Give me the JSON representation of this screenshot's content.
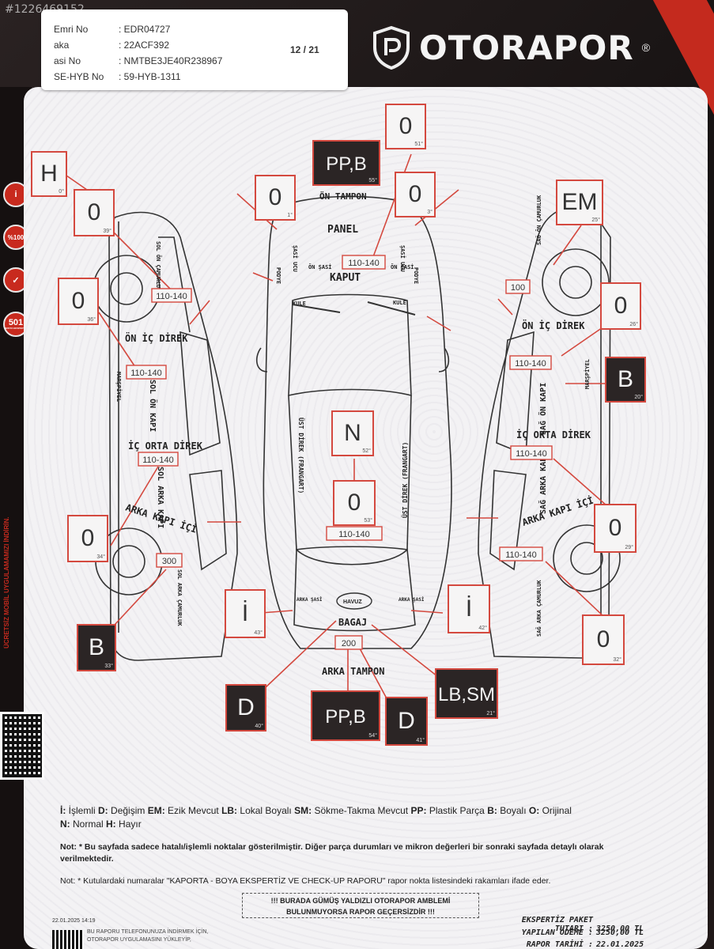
{
  "photo_id": "#1226469152",
  "brand": {
    "name": "OTORAPOR",
    "trademark": "®"
  },
  "side_badges": [
    "i",
    "%100",
    "501"
  ],
  "side_badge_501_caption": "NOKTA EKSPERTIZ",
  "side_vertical_text": "ÜCRETSİZ MOBİL UYGULAMAMIZI İNDİRİN.",
  "header": {
    "rows": [
      {
        "label": "Emri No",
        "value": ": EDR04727"
      },
      {
        "label": "aka",
        "value": ": 22ACF392"
      },
      {
        "label": "asi No",
        "value": ": NMTBE3JE40R238967"
      },
      {
        "label": "SE-HYB No",
        "value": ": 59-HYB-1311"
      }
    ],
    "page": "12 / 21"
  },
  "labels": {
    "on_tampon": "ÖN TAMPON",
    "panel": "PANEL",
    "kaput": "KAPUT",
    "arka_tampon": "ARKA TAMPON",
    "bagaj": "BAGAJ",
    "havuz": "HAVUZ",
    "on_ic_direk": "ÖN İÇ DİREK",
    "ic_orta_direk": "İÇ ORTA DİREK",
    "arka_kapi_ici": "ARKA KAPI İÇİ",
    "sol_on_kapi": "SOL ÖN KAPI",
    "sol_arka_kapi": "SOL ARKA KAPI",
    "sag_on_kapi": "SAĞ ÖN KAPI",
    "sag_arka_kapi": "SAĞ ARKA KAPI",
    "sol_on_camurluk": "SOL ÖN ÇAMURLUK",
    "sol_arka_camurluk": "SOL ARKA ÇAMURLUK",
    "sag_on_camurluk": "SAĞ ÖN ÇAMURLUK",
    "sag_arka_camurluk": "SAĞ ARKA ÇAMURLUK",
    "ust_direk": "ÜST DİREK (FRANGART)",
    "on_sasi": "ÖN ŞASİ",
    "sasi_ucu": "ŞASİ UCU",
    "arka_sasi": "ARKA ŞASİ",
    "kule": "KULE",
    "podye": "PODYE",
    "marspiyel": "MARŞPİYEL"
  },
  "boxes": [
    {
      "code": "H",
      "num": "0°",
      "dark": false
    },
    {
      "code": "0",
      "num": "39°",
      "dark": false
    },
    {
      "code": "0",
      "num": "36°",
      "dark": false
    },
    {
      "code": "0",
      "num": "34°",
      "dark": false
    },
    {
      "code": "B",
      "num": "33°",
      "dark": true
    },
    {
      "code": "0",
      "num": "1°",
      "dark": false
    },
    {
      "code": "PP,B",
      "num": "55°",
      "dark": true
    },
    {
      "code": "0",
      "num": "51°",
      "dark": false
    },
    {
      "code": "0",
      "num": "3°",
      "dark": false
    },
    {
      "code": "N",
      "num": "52°",
      "dark": false
    },
    {
      "code": "0",
      "num": "53°",
      "dark": false
    },
    {
      "code": "İ",
      "num": "43°",
      "dark": false
    },
    {
      "code": "İ",
      "num": "42°",
      "dark": false
    },
    {
      "code": "D",
      "num": "40°",
      "dark": true
    },
    {
      "code": "PP,B",
      "num": "54°",
      "dark": true
    },
    {
      "code": "D",
      "num": "41°",
      "dark": true
    },
    {
      "code": "LB,SM",
      "num": "21°",
      "dark": true
    },
    {
      "code": "EM",
      "num": "25°",
      "dark": false
    },
    {
      "code": "0",
      "num": "26°",
      "dark": false
    },
    {
      "code": "B",
      "num": "20°",
      "dark": true
    },
    {
      "code": "0",
      "num": "29°",
      "dark": false
    },
    {
      "code": "0",
      "num": "32°",
      "dark": false
    }
  ],
  "measurements": [
    "110-140",
    "110-140",
    "110-140",
    "300",
    "110-140",
    "110-140",
    "200",
    "100",
    "110-140",
    "110-140",
    "110-140"
  ],
  "legend": [
    {
      "k": "İ:",
      "v": " İşlemli "
    },
    {
      "k": "D:",
      "v": " Değişim "
    },
    {
      "k": "EM:",
      "v": " Ezik Mevcut "
    },
    {
      "k": "LB:",
      "v": " Lokal Boyalı "
    },
    {
      "k": "SM:",
      "v": " Sökme-Takma Mevcut "
    },
    {
      "k": "PP:",
      "v": " Plastik Parça "
    },
    {
      "k": "B:",
      "v": " Boyalı "
    },
    {
      "k": "O:",
      "v": " Orijinal "
    },
    {
      "k": "N:",
      "v": " Normal "
    },
    {
      "k": "H:",
      "v": " Hayır"
    }
  ],
  "note1_prefix": "Not: *",
  "note1": " Bu sayfada sadece hatalı/işlemli noktalar gösterilmiştir. Diğer parça durumları ve mikron değerleri bir sonraki sayfada detaylı olarak verilmektedir.",
  "note2_prefix": "Not: *",
  "note2": " Kutulardaki numaralar \"KAPORTA - BOYA EKSPERTİZ VE CHECK-UP RAPORU\" rapor nokta listesindeki rakamları ifade eder.",
  "warning_line1": "!!! BURADA GÜMÜŞ YALDIZLI OTORAPOR AMBLEMİ",
  "warning_line2": "BULUNMUYORSA RAPOR GEÇERSİZDİR !!!",
  "fees": [
    {
      "k": "EKSPERTİZ PAKET TUTARI :",
      "v": "3250,00 TL"
    },
    {
      "k": "YAPILAN ÖDEME :",
      "v": "3250,00 TL"
    },
    {
      "k": "RAPOR TARİHİ :",
      "v": "22.01.2025"
    }
  ],
  "print_date": "22.01.2025 14:19",
  "download_note_1": "BU RAPORU TELEFONUNUZA İNDİRMEK İÇİN,",
  "download_note_2": "OTORAPOR UYGULAMASINI YÜKLEYİP,",
  "colors": {
    "red": "#d4493f",
    "dark_box": "#2b2525",
    "brand": "#c42a1e"
  }
}
